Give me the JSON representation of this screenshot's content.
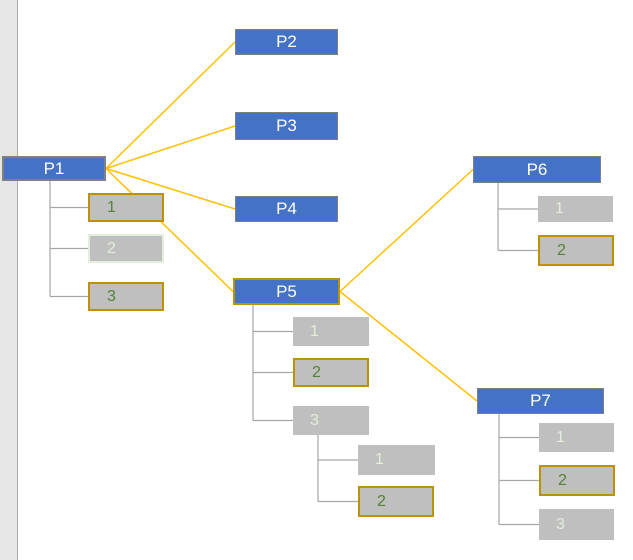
{
  "colors": {
    "background": "#FFFFFF",
    "blue": "#4472C4",
    "blueEdge": "#7F7F7F",
    "grayFill": "#BFBFBF",
    "grayBorder": "#808080",
    "gold": "#BF9000",
    "green": "#538135",
    "lightGreen": "#E2EFDA",
    "orange": "#FFC000",
    "connector": "#A6A6A6",
    "gutter": "#E6E6E6",
    "gutterBorder": "#ABABAB"
  },
  "diagram": {
    "nodes": {
      "p1": {
        "label": "P1",
        "type": "process",
        "state": "outlined-gray"
      },
      "p2": {
        "label": "P2",
        "type": "process",
        "state": ""
      },
      "p3": {
        "label": "P3",
        "type": "process",
        "state": ""
      },
      "p4": {
        "label": "P4",
        "type": "process",
        "state": ""
      },
      "p5": {
        "label": "P5",
        "type": "process",
        "state": "outlined-gold"
      },
      "p6": {
        "label": "P6",
        "type": "process",
        "state": ""
      },
      "p7": {
        "label": "P7",
        "type": "process",
        "state": ""
      },
      "p1c1": {
        "label": "1",
        "type": "item",
        "state": "gold"
      },
      "p1c2": {
        "label": "2",
        "type": "item",
        "state": "light"
      },
      "p1c3": {
        "label": "3",
        "type": "item",
        "state": "gold"
      },
      "p5c1": {
        "label": "1",
        "type": "item",
        "state": ""
      },
      "p5c2": {
        "label": "2",
        "type": "item",
        "state": "gold"
      },
      "p5c3": {
        "label": "3",
        "type": "item",
        "state": ""
      },
      "p5c3c1": {
        "label": "1",
        "type": "item",
        "state": ""
      },
      "p5c3c2": {
        "label": "2",
        "type": "item",
        "state": "gold"
      },
      "p6c1": {
        "label": "1",
        "type": "item",
        "state": ""
      },
      "p6c2": {
        "label": "2",
        "type": "item",
        "state": "gold"
      },
      "p7c1": {
        "label": "1",
        "type": "item",
        "state": ""
      },
      "p7c2": {
        "label": "2",
        "type": "item",
        "state": "gold"
      },
      "p7c3": {
        "label": "3",
        "type": "item",
        "state": ""
      }
    },
    "links": [
      {
        "from": "p1",
        "to": "p2"
      },
      {
        "from": "p1",
        "to": "p3"
      },
      {
        "from": "p1",
        "to": "p4"
      },
      {
        "from": "p1",
        "to": "p5"
      },
      {
        "from": "p5",
        "to": "p6"
      },
      {
        "from": "p5",
        "to": "p7"
      }
    ],
    "trees": [
      {
        "parent": "p1",
        "children": [
          "p1c1",
          "p1c2",
          "p1c3"
        ]
      },
      {
        "parent": "p5",
        "children": [
          "p5c1",
          "p5c2",
          "p5c3"
        ]
      },
      {
        "parent": "p5c3",
        "children": [
          "p5c3c1",
          "p5c3c2"
        ]
      },
      {
        "parent": "p6",
        "children": [
          "p6c1",
          "p6c2"
        ]
      },
      {
        "parent": "p7",
        "children": [
          "p7c1",
          "p7c2",
          "p7c3"
        ]
      }
    ]
  }
}
